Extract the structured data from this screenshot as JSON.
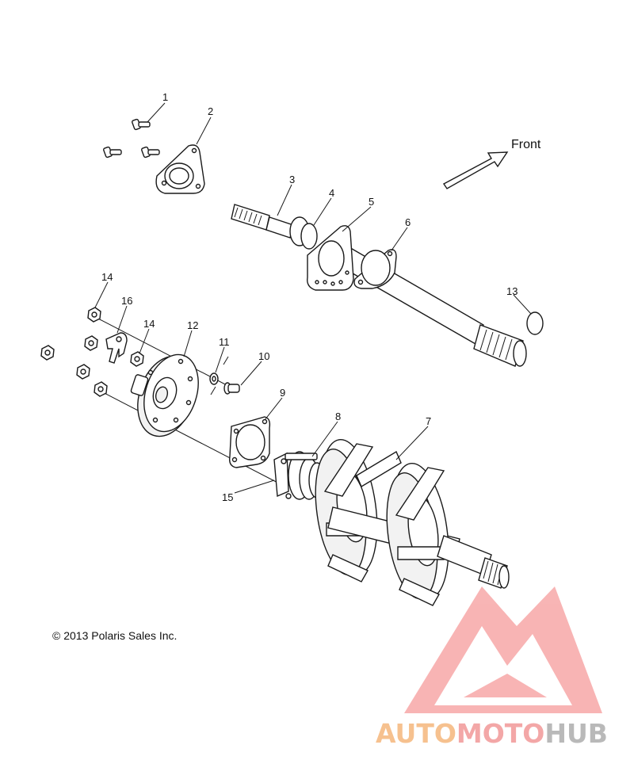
{
  "diagram": {
    "direction_label": "Front",
    "callouts": [
      "1",
      "2",
      "3",
      "4",
      "5",
      "6",
      "7",
      "8",
      "9",
      "10",
      "11",
      "12",
      "13",
      "14",
      "15",
      "16"
    ],
    "callout_14_second": "14",
    "copyright": "© 2013 Polaris Sales Inc."
  },
  "watermark": {
    "part1": "AUTO",
    "part2": "MOTO",
    "part3": "HUB",
    "colors": {
      "auto": "#f6c18f",
      "moto": "#f3a7a7",
      "hub": "#b9b9b9",
      "logo": "#f28b8b"
    }
  }
}
